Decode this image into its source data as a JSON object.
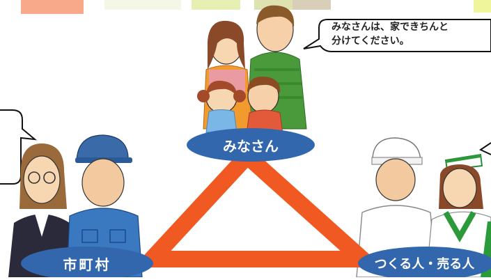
{
  "speech": {
    "line1": "みなさんは、家できちんと",
    "line2": "分けてください。"
  },
  "labels": {
    "center": "みなさん",
    "left": "市町村",
    "right": "つくる人・売る人"
  },
  "colors": {
    "triangle": "#f05a22",
    "ellipse": "#3266ad",
    "label_text": "#ffffff"
  }
}
